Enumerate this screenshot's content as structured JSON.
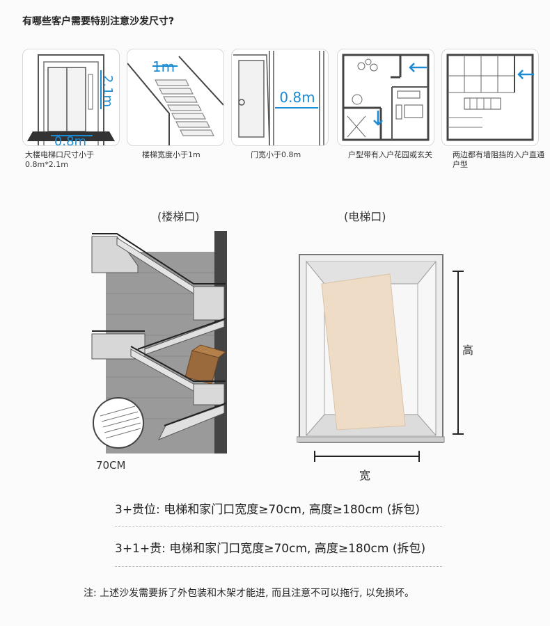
{
  "headline": "有哪些客户需要特别注意沙发尺寸?",
  "cards": [
    {
      "caption": "大楼电梯口尺寸小于0.8m*2.1m",
      "dim_a": "2.1m",
      "dim_b": "0.8m"
    },
    {
      "caption": "楼梯宽度小于1m",
      "dim_a": "1m"
    },
    {
      "caption": "门宽小于0.8m",
      "dim_a": "0.8m"
    },
    {
      "caption": "户型带有入户花园或玄关"
    },
    {
      "caption": "两边都有墙阻挡的入户直通户型"
    }
  ],
  "stairs": {
    "label": "(楼梯口)",
    "dim": "70CM"
  },
  "elevator": {
    "label": "(电梯口)",
    "height_label": "高",
    "width_label": "宽"
  },
  "specs": [
    "3+贵位: 电梯和家门口宽度≥70cm,  高度≥180cm (拆包)",
    "3+1+贵: 电梯和家门口宽度≥70cm,  高度≥180cm (拆包)"
  ],
  "note": "注:  上述沙发需要拆了外包装和木架才能进, 而且注意不可以拖行, 以免损坏。",
  "colors": {
    "accent": "#1a8ad2",
    "sofa": "#efdcc6",
    "box": "#9a6a3c"
  }
}
